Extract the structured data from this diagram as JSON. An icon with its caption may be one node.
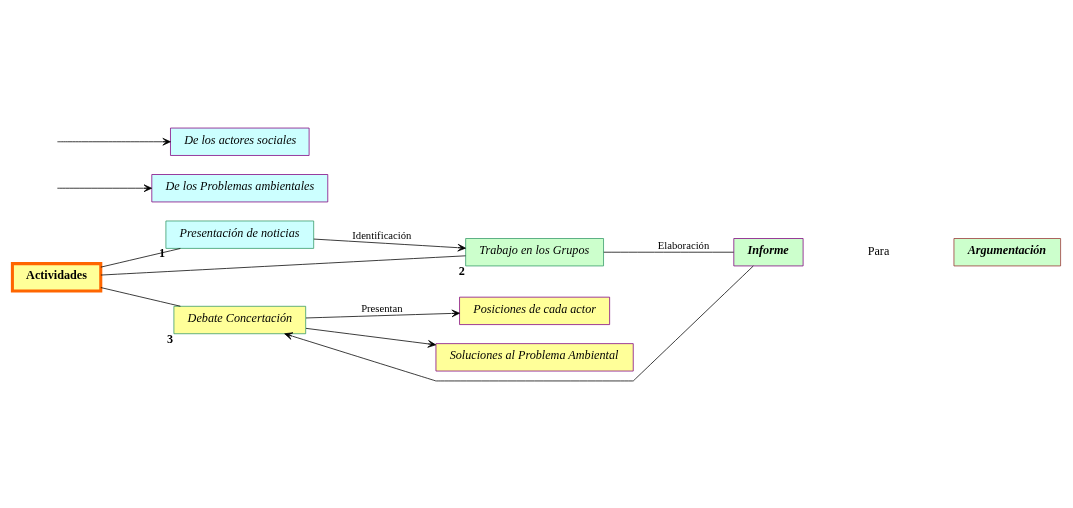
{
  "diagram": {
    "nodes": [
      {
        "text": [
          "Actividades"
        ]
      },
      {
        "text": [
          "Presentación de noticias"
        ],
        "beside": [
          "1"
        ]
      },
      {
        "text": [
          "Trabajo en los Grupos"
        ],
        "beside": [
          "2"
        ]
      },
      {
        "text": [
          "Debate Concertación"
        ],
        "beside": [
          "3"
        ]
      },
      {
        "text": [
          "De los Problemas ambientales"
        ]
      },
      {
        "text": [
          "De los actores sociales"
        ]
      },
      {
        "text": [
          "Informe"
        ]
      },
      {
        "text": [
          "Argumentación"
        ]
      },
      {
        "text": [
          "Posiciones de cada actor"
        ]
      },
      {
        "text": [
          "Soluciones al Problema Ambiental"
        ]
      }
    ],
    "edges": [
      {
        "from": 0,
        "to": 1,
        "arrow": "none"
      },
      {
        "from": 0,
        "to": 2,
        "arrow": "none"
      },
      {
        "from": 0,
        "to": 3,
        "arrow": "none"
      },
      {
        "from": 1,
        "to": 2,
        "arrow": "to",
        "label": "Identificación"
      },
      {
        "from": null,
        "to": 4,
        "arrow": "to"
      },
      {
        "from": null,
        "to": 5,
        "arrow": "to"
      },
      {
        "from": 2,
        "to": 6,
        "arrow": "none",
        "label": "Elaboración"
      },
      {
        "from": 6,
        "to": 3,
        "arrow": "to"
      },
      {
        "from": 3,
        "to": 8,
        "arrow": "to",
        "label": "Presentan"
      },
      {
        "from": 3,
        "to": 9,
        "arrow": "to"
      }
    ],
    "labels": [
      "Para"
    ]
  }
}
